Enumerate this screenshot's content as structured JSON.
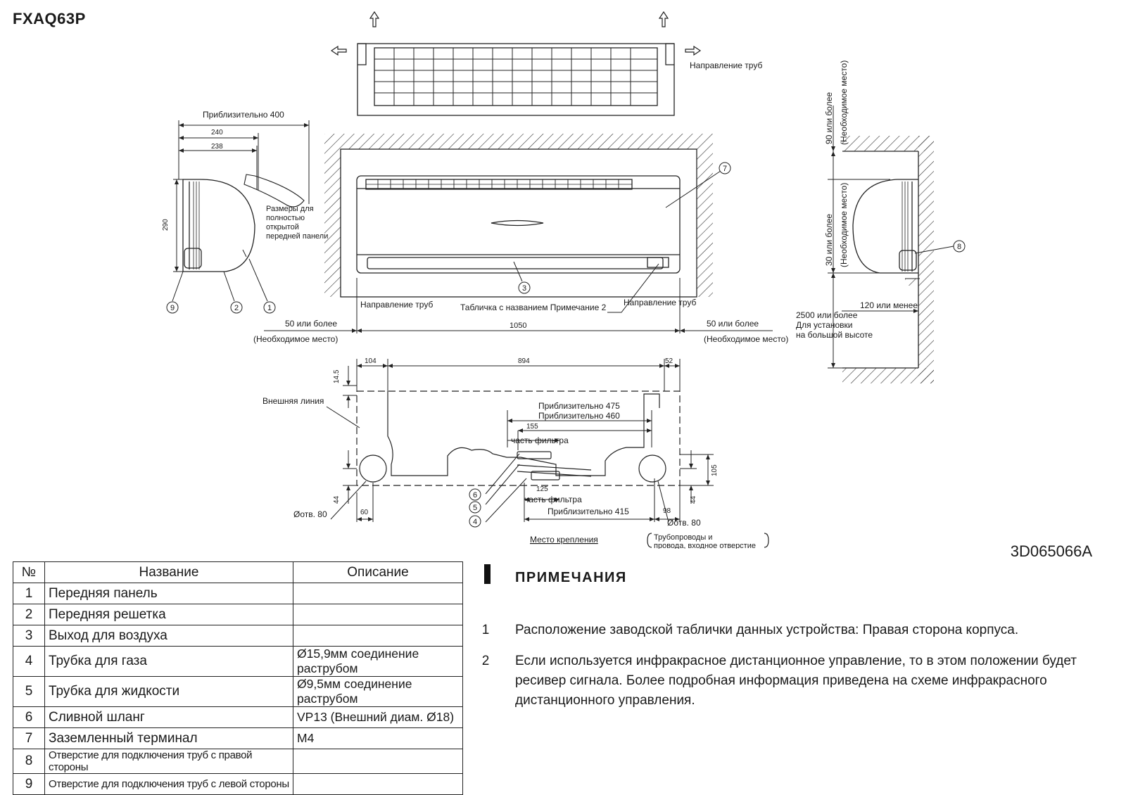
{
  "model": "FXAQ63P",
  "document_number": "3D065066A",
  "drawing": {
    "pipe_direction": "Направление труб",
    "approx_400": "Приблизительно 400",
    "dim_240": "240",
    "dim_238": "238",
    "dim_290": "290",
    "open_panel_note": [
      "Размеры для",
      "полностью",
      "открытой",
      "передней панели"
    ],
    "clearance_50": "50 или более",
    "required_space": "(Необходимое место)",
    "dim_1050": "1050",
    "nameplate_note": "Табличка с названием Примечание 2",
    "clearance_90": "90 или более",
    "clearance_30": "30 или более",
    "required_space_rot": "(Необходимое место)",
    "clearance_120": "120 или менее",
    "high_install": [
      "2500 или более",
      "Для установки",
      "на большой высоте"
    ],
    "dim_104": "104",
    "dim_894": "894",
    "dim_52": "52",
    "dim_14_5": "14.5",
    "outer_line": "Внешняя линия",
    "approx_475": "Приблизительно 475",
    "approx_460": "Приблизительно 460",
    "dim_155": "155",
    "filter_part": "часть фильтра",
    "dim_125": "125",
    "approx_415": "Приблизительно 415",
    "dim_105": "105",
    "dim_44": "44",
    "dim_60": "60",
    "dim_98": "98",
    "hole_80": "Øотв. 80",
    "mount_place": "Место крепления",
    "pipe_inlet": [
      "Трубопроводы и",
      "провода, входное отверстие"
    ],
    "callouts": [
      "1",
      "2",
      "3",
      "4",
      "5",
      "6",
      "7",
      "8",
      "9"
    ]
  },
  "table": {
    "headers": [
      "№",
      "Название",
      "Описание"
    ],
    "rows": [
      {
        "num": "1",
        "name": "Передняя панель",
        "desc": ""
      },
      {
        "num": "2",
        "name": "Передняя решетка",
        "desc": ""
      },
      {
        "num": "3",
        "name": "Выход для воздуха",
        "desc": ""
      },
      {
        "num": "4",
        "name": "Трубка для газа",
        "desc": "Ø15,9мм соединение раструбом"
      },
      {
        "num": "5",
        "name": "Трубка для жидкости",
        "desc": "Ø9,5мм соединение раструбом"
      },
      {
        "num": "6",
        "name": "Сливной шланг",
        "desc": "VP13 (Внешний диам. Ø18)"
      },
      {
        "num": "7",
        "name": "Заземленный терминал",
        "desc": "M4"
      },
      {
        "num": "8",
        "name": "Отверстие для подключения труб с правой стороны",
        "desc": ""
      },
      {
        "num": "9",
        "name": "Отверстие для подключения труб с левой стороны",
        "desc": ""
      }
    ]
  },
  "notes": {
    "title": "ПРИМЕЧАНИЯ",
    "items": [
      {
        "num": "1",
        "text": "Расположение заводской таблички данных устройства: Правая сторона корпуса."
      },
      {
        "num": "2",
        "text": "Если используется инфракрасное дистанционное управление, то в этом положении будет ресивер сигнала. Более подробная информация приведена на схеме инфракрасного дистанционного управления."
      }
    ]
  }
}
